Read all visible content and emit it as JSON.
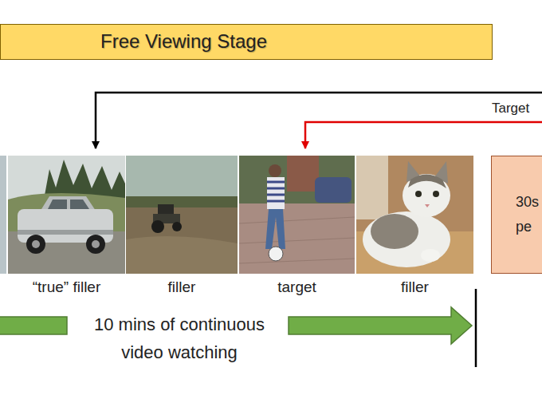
{
  "diagram": {
    "nodes": [
      {
        "text": [
          "Free Viewing Stage"
        ]
      },
      {
        "text": [
          "“true” filler"
        ]
      },
      {
        "text": [
          "filler"
        ]
      },
      {
        "text": [
          "target"
        ]
      },
      {
        "text": [
          "filler"
        ]
      },
      {
        "text": [
          "30s pe"
        ]
      }
    ],
    "labels": [
      "Target",
      "10 mins of continuous video watching"
    ]
  }
}
